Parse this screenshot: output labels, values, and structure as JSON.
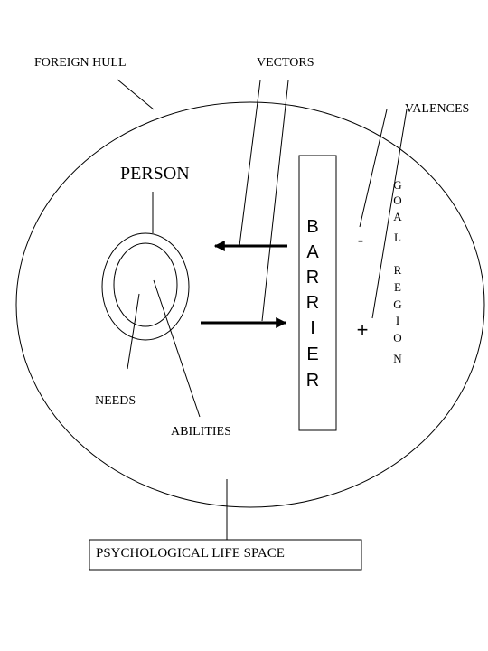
{
  "labels": {
    "foreign_hull": "FOREIGN HULL",
    "vectors": "VECTORS",
    "valences": "VALENCES",
    "person": "PERSON",
    "needs": "NEEDS",
    "abilities": "ABILITIES",
    "psychological_life_space": "PSYCHOLOGICAL LIFE SPACE"
  },
  "barrier": {
    "letters": [
      "B",
      "A",
      "R",
      "R",
      "I",
      "E",
      "R"
    ]
  },
  "goal_region": {
    "word1": [
      "G",
      "O",
      "A",
      "L"
    ],
    "word2": [
      "R",
      "E",
      "G",
      "I",
      "O",
      "N"
    ]
  },
  "valence_signs": {
    "negative": "-",
    "positive": "+"
  }
}
